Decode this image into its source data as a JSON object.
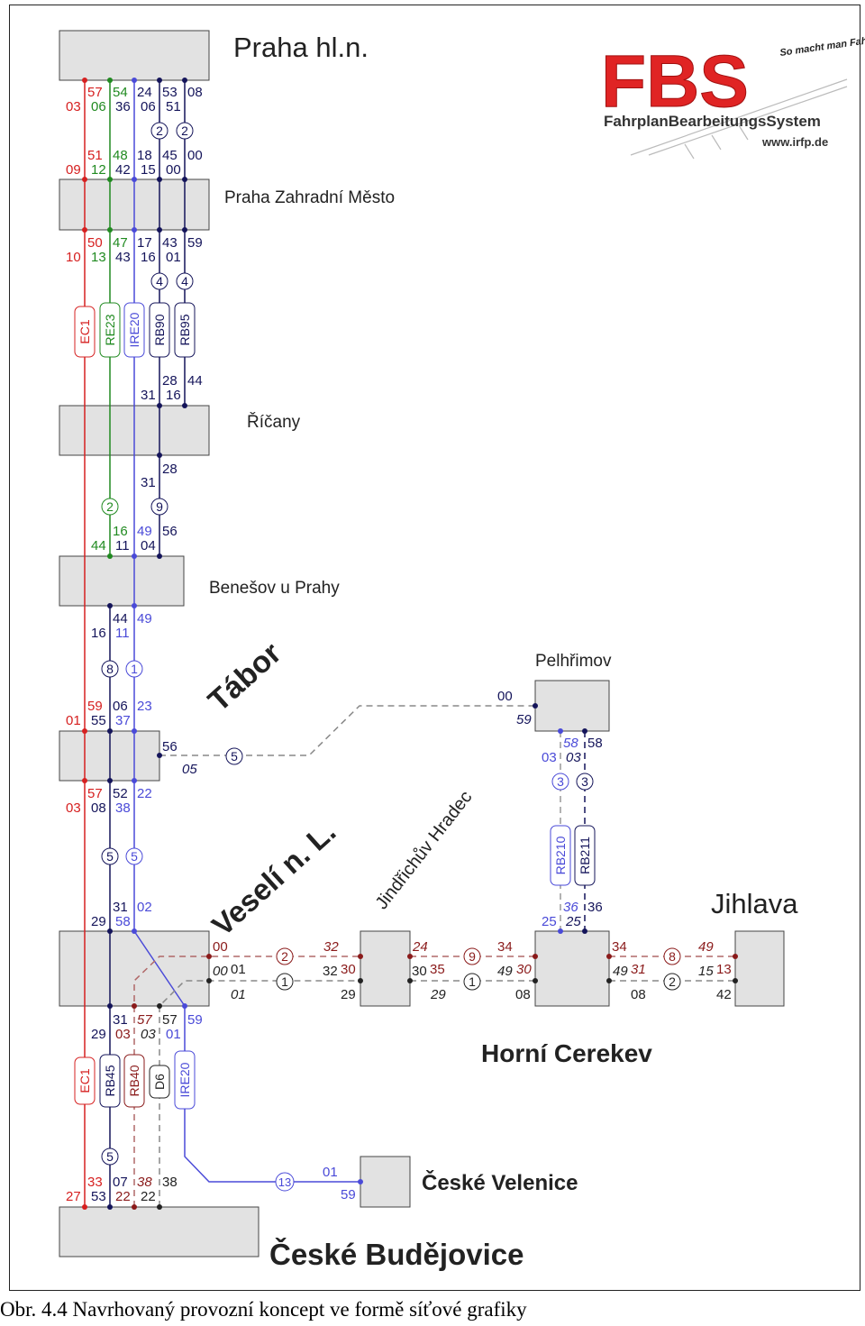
{
  "colors": {
    "red": "#d62020",
    "green": "#208a20",
    "blue": "#4a4ad8",
    "navy": "#14145a",
    "maroon": "#8a1a1a",
    "gray": "#999999",
    "box": "#e2e2e2"
  },
  "logo": {
    "main": "FBS",
    "tagline": "So macht man Fahrpläne!",
    "name": "FahrplanBearbeitungsSystem",
    "url": "www.irfp.de"
  },
  "stations": {
    "praha": "Praha hl.n.",
    "zahradni": "Praha Zahradní Město",
    "ricany": "Říčany",
    "benesov": "Benešov u Prahy",
    "tabor": "Tábor",
    "veseli": "Veselí n. L.",
    "jhradec": "Jindřichův Hradec",
    "pelhrimov": "Pelhřimov",
    "jihlava": "Jihlava",
    "cerekev": "Horní Cerekev",
    "velenice": "České Velenice",
    "budejovice": "České Budějovice"
  },
  "lines": {
    "ec1": "EC1",
    "re23": "RE23",
    "ire20": "IRE20",
    "rb90": "RB90",
    "rb95": "RB95",
    "rb45": "RB45",
    "rb40": "RB40",
    "d6": "D6",
    "rb210": "RB210",
    "rb211": "RB211"
  },
  "times": [
    "57",
    "54",
    "24",
    "53",
    "08",
    "03",
    "06",
    "36",
    "06",
    "51",
    "51",
    "48",
    "18",
    "45",
    "00",
    "09",
    "12",
    "42",
    "15",
    "00",
    "50",
    "47",
    "17",
    "43",
    "59",
    "10",
    "13",
    "43",
    "16",
    "01",
    "28",
    "44",
    "31",
    "16",
    "28",
    "31",
    "16",
    "49",
    "56",
    "44",
    "11",
    "04",
    "44",
    "49",
    "16",
    "11",
    "59",
    "06",
    "23",
    "01",
    "55",
    "37",
    "56",
    "05",
    "57",
    "52",
    "22",
    "03",
    "08",
    "38",
    "31",
    "02",
    "29",
    "58",
    "00",
    "32",
    "24",
    "34",
    "34",
    "49",
    "00",
    "01",
    "32",
    "30",
    "30",
    "35",
    "49",
    "30",
    "49",
    "31",
    "15",
    "13",
    "01",
    "29",
    "29",
    "08",
    "08",
    "42",
    "31",
    "57",
    "57",
    "59",
    "29",
    "03",
    "03",
    "01",
    "33",
    "07",
    "38",
    "38",
    "27",
    "53",
    "22",
    "22",
    "01",
    "59",
    "00",
    "59",
    "58",
    "58",
    "03",
    "03",
    "36",
    "36",
    "25",
    "25"
  ],
  "freq": [
    "2",
    "2",
    "4",
    "4",
    "2",
    "9",
    "8",
    "1",
    "5",
    "5",
    "5",
    "3",
    "3",
    "2",
    "1",
    "9",
    "1",
    "8",
    "2",
    "5",
    "13"
  ],
  "caption": "Obr. 4.4 Navrhovaný provozní koncept ve formě síťové grafiky"
}
